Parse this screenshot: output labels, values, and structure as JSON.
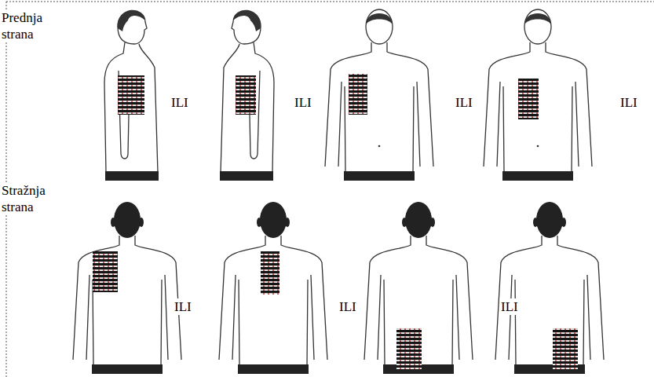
{
  "diagram": {
    "labels": [
      "Prednja strana",
      "ILI",
      "ILI",
      "ILI",
      "ILI",
      "Stražnja strana",
      "ILI",
      "ILI",
      "ILI"
    ]
  }
}
